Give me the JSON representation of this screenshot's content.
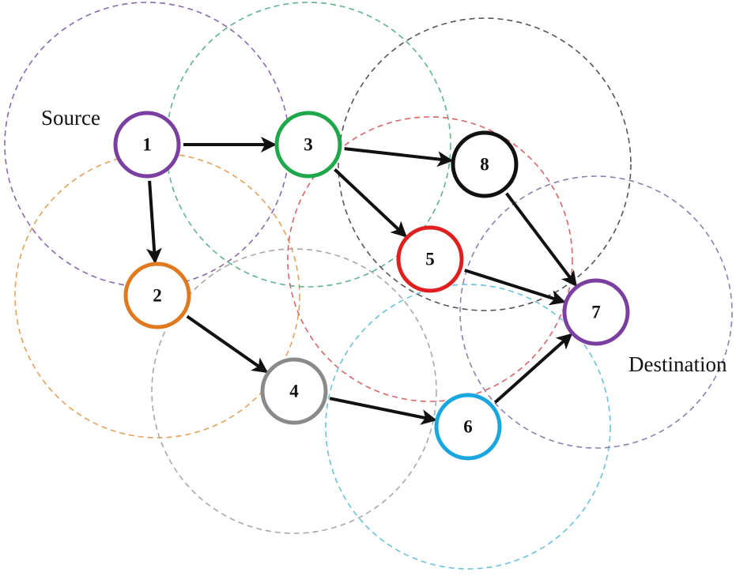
{
  "labels": {
    "source": "Source",
    "destination": "Destination"
  },
  "nodes": [
    {
      "id": "1",
      "label": "1",
      "color": "#7b3fa0"
    },
    {
      "id": "2",
      "label": "2",
      "color": "#e07a1f"
    },
    {
      "id": "3",
      "label": "3",
      "color": "#1ea84a"
    },
    {
      "id": "4",
      "label": "4",
      "color": "#8a8a8a"
    },
    {
      "id": "5",
      "label": "5",
      "color": "#e02020"
    },
    {
      "id": "6",
      "label": "6",
      "color": "#1aa7e0"
    },
    {
      "id": "7",
      "label": "7",
      "color": "#7b3fa0"
    },
    {
      "id": "8",
      "label": "8",
      "color": "#111111"
    }
  ],
  "ranges": [
    {
      "node": "1",
      "color": "#8a6aae"
    },
    {
      "node": "2",
      "color": "#e2a25c"
    },
    {
      "node": "3",
      "color": "#5fb48a"
    },
    {
      "node": "4",
      "color": "#a8a8a8"
    },
    {
      "node": "5",
      "color": "#d9646a"
    },
    {
      "node": "6",
      "color": "#6cc1dc"
    },
    {
      "node": "7",
      "color": "#8f7fae"
    },
    {
      "node": "8",
      "color": "#555555"
    }
  ],
  "edges": [
    {
      "from": "1",
      "to": "3"
    },
    {
      "from": "1",
      "to": "2"
    },
    {
      "from": "3",
      "to": "8"
    },
    {
      "from": "3",
      "to": "5"
    },
    {
      "from": "2",
      "to": "4"
    },
    {
      "from": "8",
      "to": "7"
    },
    {
      "from": "5",
      "to": "7"
    },
    {
      "from": "4",
      "to": "6"
    },
    {
      "from": "6",
      "to": "7"
    }
  ]
}
